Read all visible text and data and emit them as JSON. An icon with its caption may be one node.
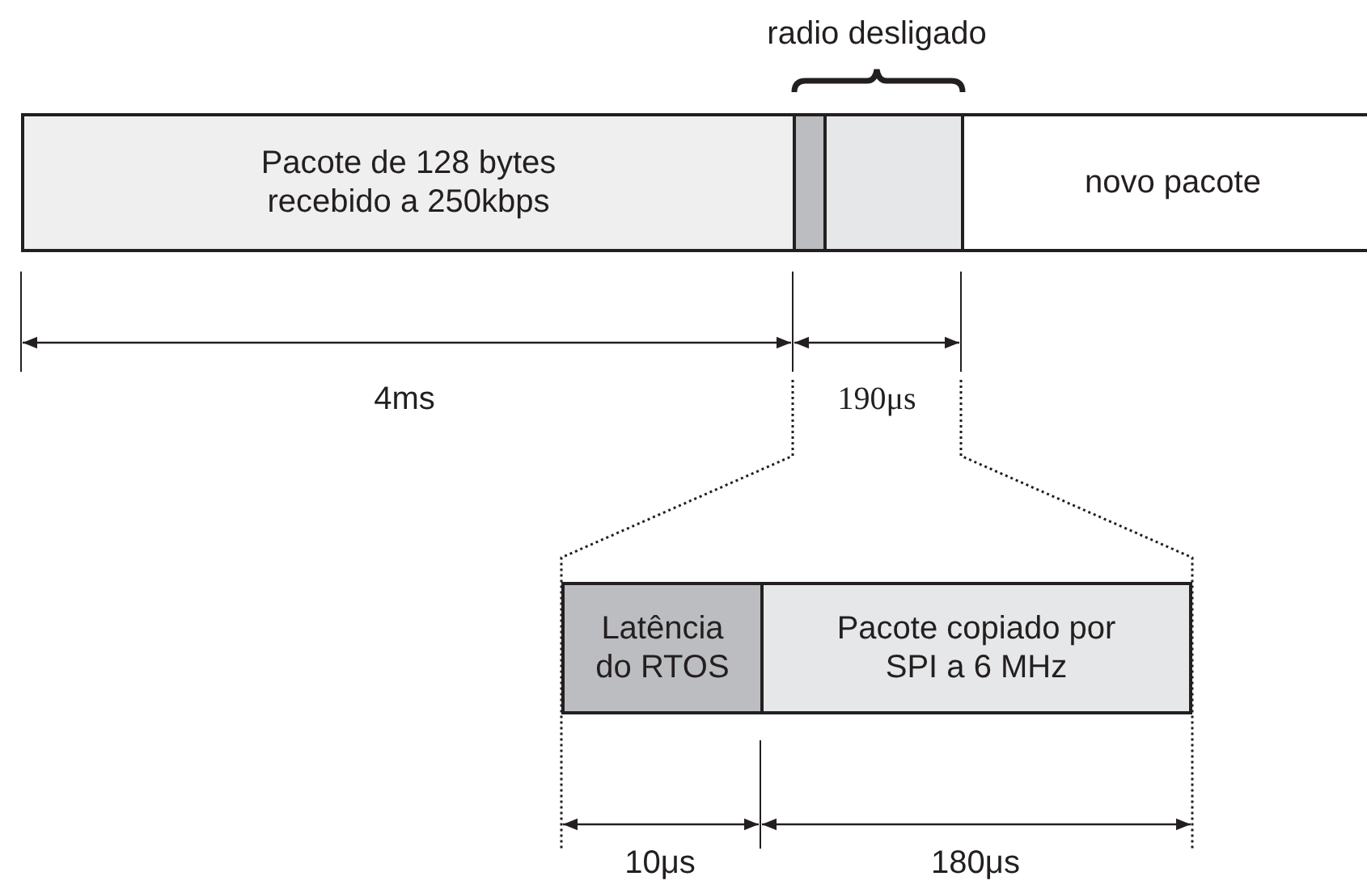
{
  "diagram": {
    "nodes": [
      {
        "text": [
          "Pacote de 128 bytes recebido a 250kbps"
        ]
      },
      {
        "text": [],
        "shape": "box"
      },
      {
        "text": [],
        "shape": "box"
      },
      {
        "text": [
          "novo pacote"
        ]
      },
      {
        "text": [
          "Latência do RTOS"
        ]
      },
      {
        "text": [
          "Pacote copiado por SPI a 6 MHz"
        ]
      }
    ],
    "labels": [
      "radio desligado",
      "4ms",
      "190μs",
      "10μs",
      "180μs"
    ]
  }
}
